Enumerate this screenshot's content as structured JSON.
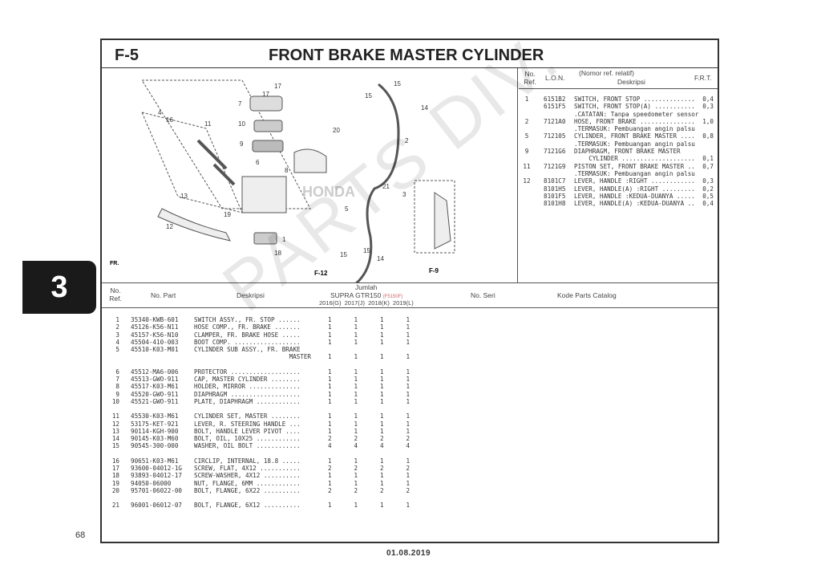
{
  "header": {
    "section": "F-5",
    "title": "FRONT BRAKE MASTER CYLINDER"
  },
  "chapter_tab": "3",
  "page_number": "68",
  "footer_date": "01.08.2019",
  "watermark": "PARTS DIV.",
  "diagram": {
    "callouts": [
      "17",
      "17",
      "7",
      "16",
      "4",
      "11",
      "10",
      "20",
      "15",
      "15",
      "14",
      "9",
      "2",
      "6",
      "8",
      "13",
      "19",
      "5",
      "21",
      "3",
      "12",
      "1",
      "18",
      "15",
      "15",
      "14"
    ],
    "refs": {
      "f12": "F-12",
      "f9": "F-9",
      "front": "FR."
    },
    "brand": "HONDA"
  },
  "frt_table": {
    "headers": {
      "no_ref": "No. Ref.",
      "lon": "L.O.N.",
      "desc_top": "(Nomor ref. relatif)",
      "desc": "Deskripsi",
      "frt": "F.R.T."
    },
    "rows": [
      {
        "ref": "1",
        "lon": "6151B2",
        "desc": "SWITCH, FRONT STOP ..............",
        "frt": "0,4"
      },
      {
        "ref": "",
        "lon": "6151F5",
        "desc": "SWITCH, FRONT STOP(A) ...........",
        "frt": "0,3"
      },
      {
        "ref": "",
        "lon": "",
        "desc": ".CATATAN: Tanpa speedometer sensor",
        "frt": ""
      },
      {
        "ref": "2",
        "lon": "7121A0",
        "desc": "HOSE, FRONT BRAKE ...............",
        "frt": "1,0"
      },
      {
        "ref": "",
        "lon": "",
        "desc": ".TERMASUK: Pembuangan angin palsu",
        "frt": ""
      },
      {
        "ref": "5",
        "lon": "712105",
        "desc": "CYLINDER, FRONT BRAKE MASTER ....",
        "frt": "0,8"
      },
      {
        "ref": "",
        "lon": "",
        "desc": ".TERMASUK: Pembuangan angin palsu",
        "frt": ""
      },
      {
        "ref": "9",
        "lon": "7121G6",
        "desc": "DIAPHRAGM, FRONT BRAKE MASTER",
        "frt": ""
      },
      {
        "ref": "",
        "lon": "",
        "desc": "    CYLINDER ....................",
        "frt": "0,1"
      },
      {
        "ref": "11",
        "lon": "7121G9",
        "desc": "PISTON SET, FRONT BRAKE MASTER ..",
        "frt": "0,7"
      },
      {
        "ref": "",
        "lon": "",
        "desc": ".TERMASUK: Pembuangan angin palsu",
        "frt": ""
      },
      {
        "ref": "12",
        "lon": "8101C7",
        "desc": "LEVER, HANDLE :RIGHT ............",
        "frt": "0,3"
      },
      {
        "ref": "",
        "lon": "8101H5",
        "desc": "LEVER, HANDLE(A) :RIGHT .........",
        "frt": "0,2"
      },
      {
        "ref": "",
        "lon": "8101F5",
        "desc": "LEVER, HANDLE :KEDUA-DUANYA .....",
        "frt": "0,5"
      },
      {
        "ref": "",
        "lon": "8101H8",
        "desc": "LEVER, HANDLE(A) :KEDUA-DUANYA ..",
        "frt": "0,4"
      }
    ]
  },
  "parts_table": {
    "headers": {
      "no_ref": "No. Ref.",
      "part": "No. Part",
      "desc": "Deskripsi",
      "jumlah": "Jumlah",
      "model": "SUPRA GTR150",
      "model_code": "(F5150F)",
      "years": [
        "2016(G)",
        "2017(J)",
        "2018(K)",
        "2019(L)"
      ],
      "serial": "No. Seri",
      "catalog": "Kode Parts Catalog"
    },
    "groups": [
      [
        {
          "ref": "1",
          "part": "35340-KWB-601",
          "desc": "SWITCH ASSY., FR. STOP ......",
          "qty": [
            "1",
            "1",
            "1",
            "1"
          ]
        },
        {
          "ref": "2",
          "part": "45126-K56-N11",
          "desc": "HOSE COMP., FR. BRAKE .......",
          "qty": [
            "1",
            "1",
            "1",
            "1"
          ]
        },
        {
          "ref": "3",
          "part": "45157-K56-N10",
          "desc": "CLAMPER, FR. BRAKE HOSE .....",
          "qty": [
            "1",
            "1",
            "1",
            "1"
          ]
        },
        {
          "ref": "4",
          "part": "45504-410-003",
          "desc": "BOOT COMP. ..................",
          "qty": [
            "1",
            "1",
            "1",
            "1"
          ]
        },
        {
          "ref": "5",
          "part": "45510-K03-M01",
          "desc": "CYLINDER SUB ASSY., FR. BRAKE",
          "desc2": "MASTER",
          "qty": [
            "1",
            "1",
            "1",
            "1"
          ]
        }
      ],
      [
        {
          "ref": "6",
          "part": "45512-MA6-006",
          "desc": "PROTECTOR ...................",
          "qty": [
            "1",
            "1",
            "1",
            "1"
          ]
        },
        {
          "ref": "7",
          "part": "45513-GWO-911",
          "desc": "CAP, MASTER CYLINDER ........",
          "qty": [
            "1",
            "1",
            "1",
            "1"
          ]
        },
        {
          "ref": "8",
          "part": "45517-K03-M61",
          "desc": "HOLDER, MIRROR ..............",
          "qty": [
            "1",
            "1",
            "1",
            "1"
          ]
        },
        {
          "ref": "9",
          "part": "45520-GWO-911",
          "desc": "DIAPHRAGM ...................",
          "qty": [
            "1",
            "1",
            "1",
            "1"
          ]
        },
        {
          "ref": "10",
          "part": "45521-GWO-911",
          "desc": "PLATE, DIAPHRAGM ............",
          "qty": [
            "1",
            "1",
            "1",
            "1"
          ]
        }
      ],
      [
        {
          "ref": "11",
          "part": "45530-K03-M61",
          "desc": "CYLINDER SET, MASTER ........",
          "qty": [
            "1",
            "1",
            "1",
            "1"
          ]
        },
        {
          "ref": "12",
          "part": "53175-KET-921",
          "desc": "LEVER, R. STEERING HANDLE ...",
          "qty": [
            "1",
            "1",
            "1",
            "1"
          ]
        },
        {
          "ref": "13",
          "part": "90114-KGH-900",
          "desc": "BOLT, HANDLE LEVER PIVOT ....",
          "qty": [
            "1",
            "1",
            "1",
            "1"
          ]
        },
        {
          "ref": "14",
          "part": "90145-K03-M60",
          "desc": "BOLT, OIL, 10X25 ............",
          "qty": [
            "2",
            "2",
            "2",
            "2"
          ]
        },
        {
          "ref": "15",
          "part": "90545-300-000",
          "desc": "WASHER, OIL BOLT ............",
          "qty": [
            "4",
            "4",
            "4",
            "4"
          ]
        }
      ],
      [
        {
          "ref": "16",
          "part": "90651-K03-M61",
          "desc": "CIRCLIP, INTERNAL, 18.8 .....",
          "qty": [
            "1",
            "1",
            "1",
            "1"
          ]
        },
        {
          "ref": "17",
          "part": "93600-04012-1G",
          "desc": "SCREW, FLAT, 4X12 ...........",
          "qty": [
            "2",
            "2",
            "2",
            "2"
          ]
        },
        {
          "ref": "18",
          "part": "93893-04012-17",
          "desc": "SCREW-WASHER, 4X12 ..........",
          "qty": [
            "1",
            "1",
            "1",
            "1"
          ]
        },
        {
          "ref": "19",
          "part": "94050-06000",
          "desc": "NUT, FLANGE, 6MM ............",
          "qty": [
            "1",
            "1",
            "1",
            "1"
          ]
        },
        {
          "ref": "20",
          "part": "95701-06022-00",
          "desc": "BOLT, FLANGE, 6X22 ..........",
          "qty": [
            "2",
            "2",
            "2",
            "2"
          ]
        }
      ],
      [
        {
          "ref": "21",
          "part": "96001-06012-07",
          "desc": "BOLT, FLANGE, 6X12 ..........",
          "qty": [
            "1",
            "1",
            "1",
            "1"
          ]
        }
      ]
    ]
  }
}
